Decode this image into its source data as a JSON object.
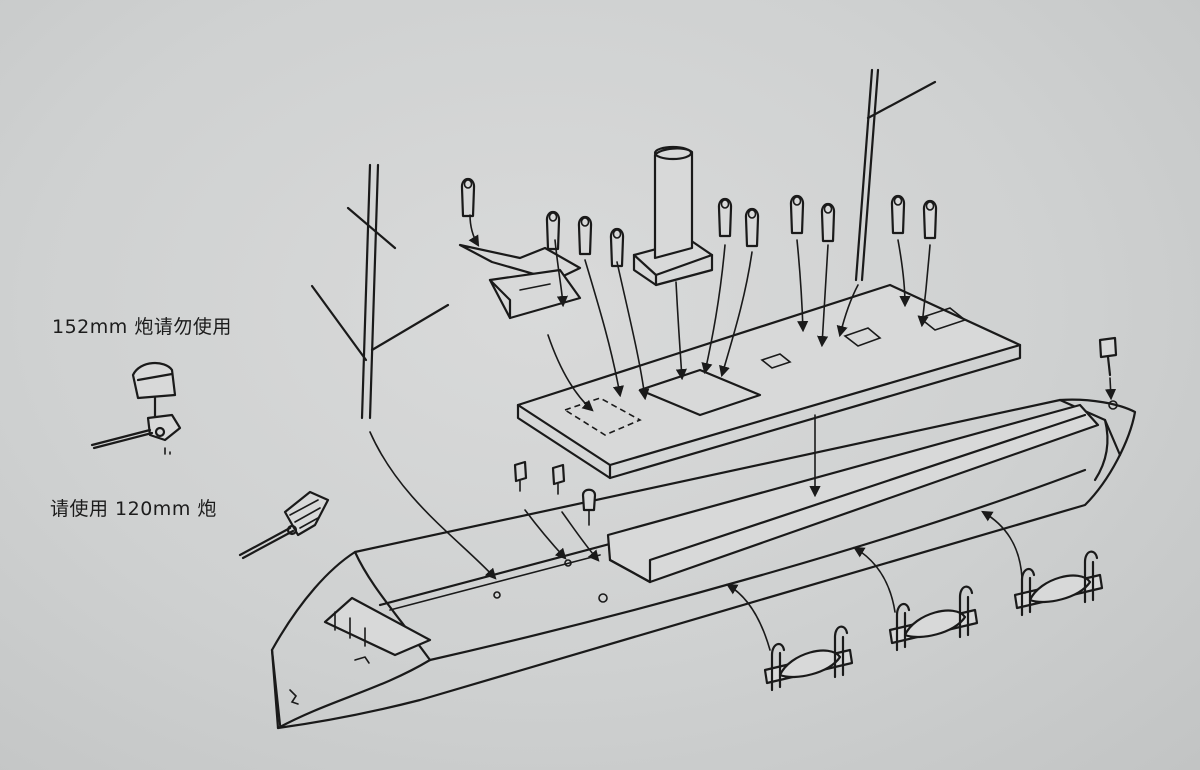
{
  "labels": {
    "gun_152_warning": "152mm 炮请勿使用",
    "gun_120_use": "请使用 120mm 炮"
  },
  "colors": {
    "paper": "#d4d5d5",
    "ink": "#1a1a1a"
  },
  "counts": {
    "lifeboats": 3,
    "deck_ventilators": 12
  }
}
